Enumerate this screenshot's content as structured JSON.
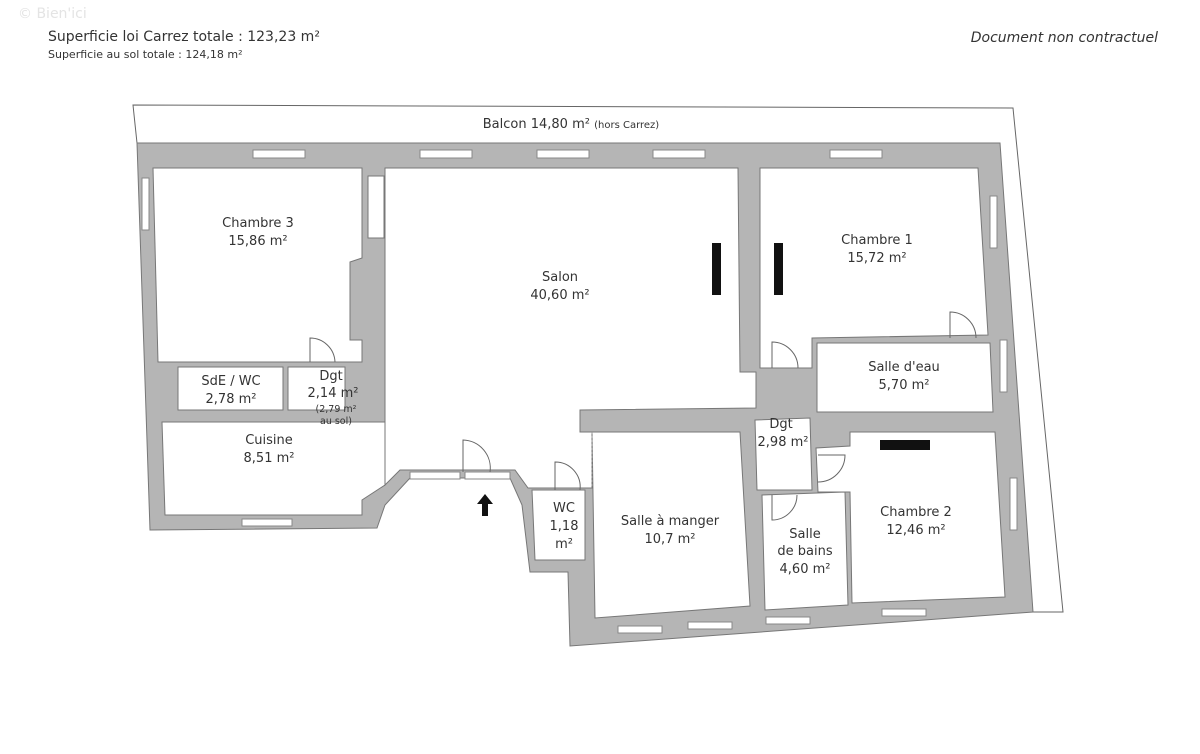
{
  "header": {
    "carrez_total": "Superficie loi Carrez totale : 123,23 m²",
    "floor_total": "Superficie au sol totale : 124,18 m²",
    "disclaimer": "Document non contractuel",
    "watermark": "© Bien'ici"
  },
  "balcony": {
    "label": "Balcon 14,80 m²",
    "note": "(hors Carrez)"
  },
  "rooms": [
    {
      "name": "Chambre 3",
      "area": "15,86 m²"
    },
    {
      "name": "Salon",
      "area": "40,60 m²"
    },
    {
      "name": "Chambre 1",
      "area": "15,72 m²"
    },
    {
      "name": "SdE / WC",
      "area": "2,78 m²"
    },
    {
      "name": "Dgt",
      "area": "2,14 m²",
      "note1": "(2,79 m²",
      "note2": "au sol)"
    },
    {
      "name": "Salle d'eau",
      "area": "5,70 m²"
    },
    {
      "name": "Cuisine",
      "area": "8,51 m²"
    },
    {
      "name": "Dgt",
      "area": "2,98 m²"
    },
    {
      "name": "WC",
      "area1": "1,18",
      "area2": "m²"
    },
    {
      "name": "Salle à manger",
      "area": "10,7 m²"
    },
    {
      "name1": "Salle",
      "name2": "de bains",
      "area": "4,60 m²"
    },
    {
      "name": "Chambre 2",
      "area": "12,46 m²"
    }
  ],
  "colors": {
    "wall": "#b5b5b5",
    "window": "#ffffff",
    "outline": "#555555",
    "fireplace": "#111111"
  }
}
